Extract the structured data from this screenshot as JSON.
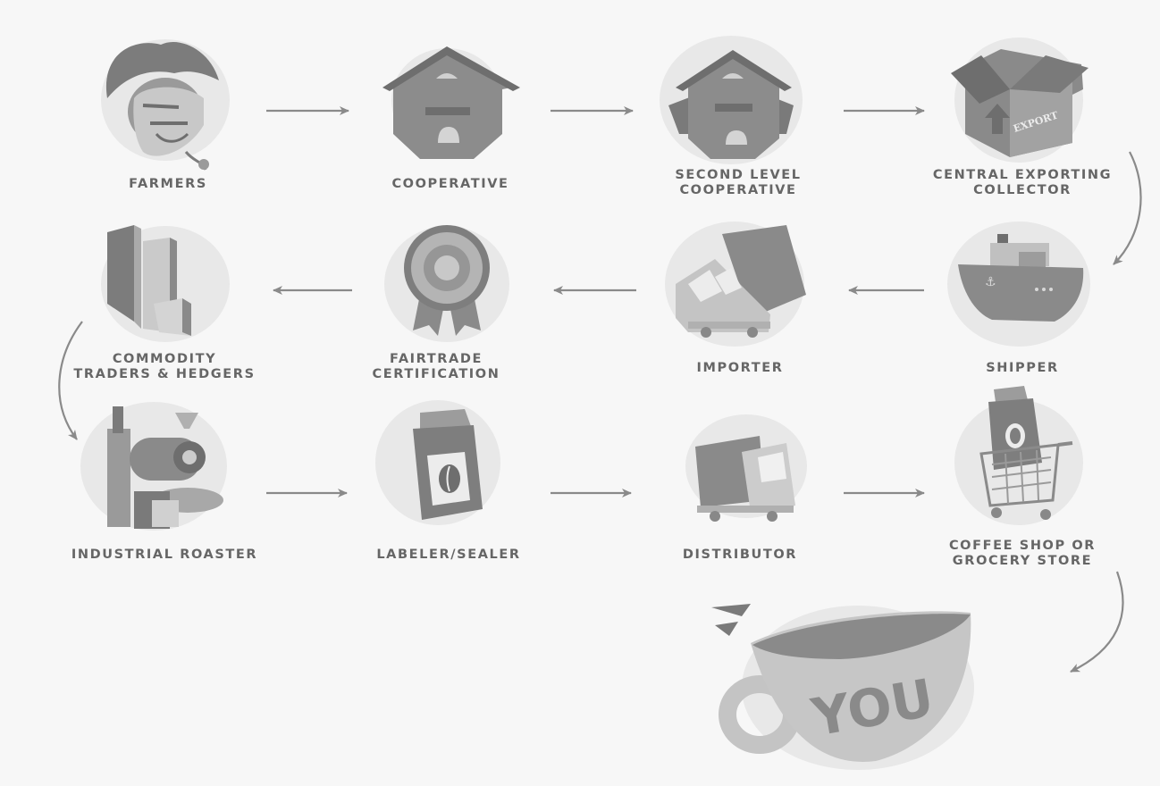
{
  "colors": {
    "background": "#f7f7f7",
    "icon": "#888888",
    "icon_dark": "#6e6e6e",
    "icon_light": "#bcbcbc",
    "splash": "#e6e6e6",
    "arrow": "#8a8a8a",
    "label": "#666666"
  },
  "nodes": [
    {
      "id": "farmers",
      "label": "FARMERS",
      "icon": "farmer-icon"
    },
    {
      "id": "cooperative",
      "label": "COOPERATIVE",
      "icon": "cooperative-house-icon"
    },
    {
      "id": "second-level",
      "label": "SECOND LEVEL\nCOOPERATIVE",
      "icon": "second-level-cooperative-icon"
    },
    {
      "id": "central-exporting",
      "label": "CENTRAL EXPORTING\nCOLLECTOR",
      "icon": "export-box-icon",
      "icon_text": "EXPORT"
    },
    {
      "id": "shipper",
      "label": "SHIPPER",
      "icon": "ship-icon"
    },
    {
      "id": "importer",
      "label": "IMPORTER",
      "icon": "truck-icon"
    },
    {
      "id": "fairtrade",
      "label": "FAIRTRADE\nCERTIFICATION",
      "icon": "rosette-icon"
    },
    {
      "id": "commodity",
      "label": "COMMODITY\nTRADERS & HEDGERS",
      "icon": "bar-graph-building-icon"
    },
    {
      "id": "roaster",
      "label": "INDUSTRIAL ROASTER",
      "icon": "roaster-machine-icon"
    },
    {
      "id": "labeler",
      "label": "LABELER/SEALER",
      "icon": "coffee-bag-icon"
    },
    {
      "id": "distributor",
      "label": "DISTRIBUTOR",
      "icon": "delivery-truck-icon"
    },
    {
      "id": "shop",
      "label": "COFFEE SHOP OR\nGROCERY STORE",
      "icon": "shopping-cart-icon"
    },
    {
      "id": "you",
      "label": "",
      "icon": "coffee-cup-icon",
      "icon_text": "YOU"
    }
  ]
}
